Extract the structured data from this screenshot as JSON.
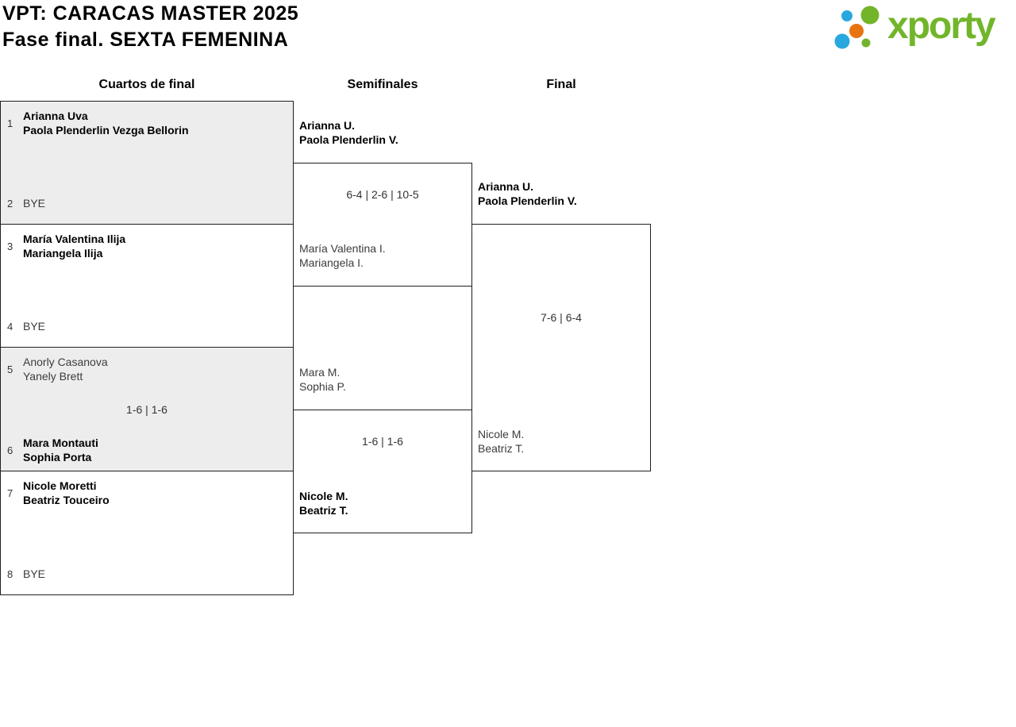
{
  "header": {
    "title_line1": "VPT: CARACAS MASTER 2025",
    "title_line2": "Fase final. SEXTA FEMENINA"
  },
  "logo": {
    "text": "xporty",
    "colors": {
      "green": "#72b52b",
      "blue": "#29a8df",
      "orange": "#e87410"
    }
  },
  "columns": [
    {
      "label": "Cuartos de final"
    },
    {
      "label": "Semifinales"
    },
    {
      "label": "Final"
    }
  ],
  "quarterfinals": [
    {
      "seed_top": "1",
      "top1": "Arianna Uva",
      "top2": "Paola Plenderlin Vezga Bellorin",
      "top_winner": true,
      "seed_bottom": "2",
      "bottom1": "BYE",
      "bottom2": "",
      "bottom_winner": false,
      "score": ""
    },
    {
      "seed_top": "3",
      "top1": "María Valentina Ilija",
      "top2": "Mariangela Ilija",
      "top_winner": true,
      "seed_bottom": "4",
      "bottom1": "BYE",
      "bottom2": "",
      "bottom_winner": false,
      "score": ""
    },
    {
      "seed_top": "5",
      "top1": "Anorly Casanova",
      "top2": "Yanely Brett",
      "top_winner": false,
      "seed_bottom": "6",
      "bottom1": "Mara Montauti",
      "bottom2": "Sophia Porta",
      "bottom_winner": true,
      "score": "1-6 | 1-6"
    },
    {
      "seed_top": "7",
      "top1": "Nicole Moretti",
      "top2": "Beatriz Touceiro",
      "top_winner": true,
      "seed_bottom": "8",
      "bottom1": "BYE",
      "bottom2": "",
      "bottom_winner": false,
      "score": ""
    }
  ],
  "semifinals": [
    {
      "top1": "Arianna U.",
      "top2": "Paola Plenderlin V.",
      "top_winner": true,
      "bottom1": "María Valentina I.",
      "bottom2": "Mariangela I.",
      "bottom_winner": false,
      "score": "6-4 | 2-6 | 10-5"
    },
    {
      "top1": "Mara M.",
      "top2": "Sophia P.",
      "top_winner": false,
      "bottom1": "Nicole M.",
      "bottom2": "Beatriz T.",
      "bottom_winner": true,
      "score": "1-6 | 1-6"
    }
  ],
  "final": {
    "top1": "Arianna U.",
    "top2": "Paola Plenderlin V.",
    "top_winner": true,
    "bottom1": "Nicole M.",
    "bottom2": "Beatriz T.",
    "bottom_winner": false,
    "score": "7-6 | 6-4"
  }
}
